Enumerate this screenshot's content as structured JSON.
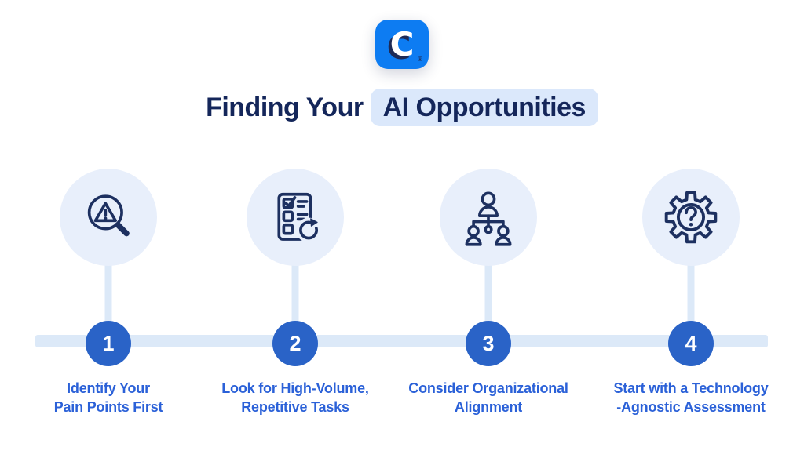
{
  "brand": {
    "logo_letter": "C",
    "registered_mark": "®"
  },
  "title": {
    "prefix": "Finding Your",
    "highlight": "AI Opportunities"
  },
  "colors": {
    "background": "#ffffff",
    "logo_blue": "#0d7cf2",
    "title_navy": "#14265a",
    "highlight_bg": "#dbe8fb",
    "icon_navy": "#1d3060",
    "icon_circle_bg": "#e8effb",
    "timeline_bar": "#dce9f8",
    "number_circle_blue": "#2a63c7",
    "label_blue": "#2b61d8"
  },
  "steps": [
    {
      "number": "1",
      "icon": "magnifier-warning-icon",
      "label_line1": "Identify Your",
      "label_line2": "Pain Points First"
    },
    {
      "number": "2",
      "icon": "checklist-refresh-icon",
      "label_line1": "Look for High-Volume,",
      "label_line2": "Repetitive Tasks"
    },
    {
      "number": "3",
      "icon": "org-chart-icon",
      "label_line1": "Consider Organizational",
      "label_line2": "Alignment"
    },
    {
      "number": "4",
      "icon": "gear-question-icon",
      "label_line1": "Start with a Technology",
      "label_line2": "-Agnostic Assessment"
    }
  ]
}
